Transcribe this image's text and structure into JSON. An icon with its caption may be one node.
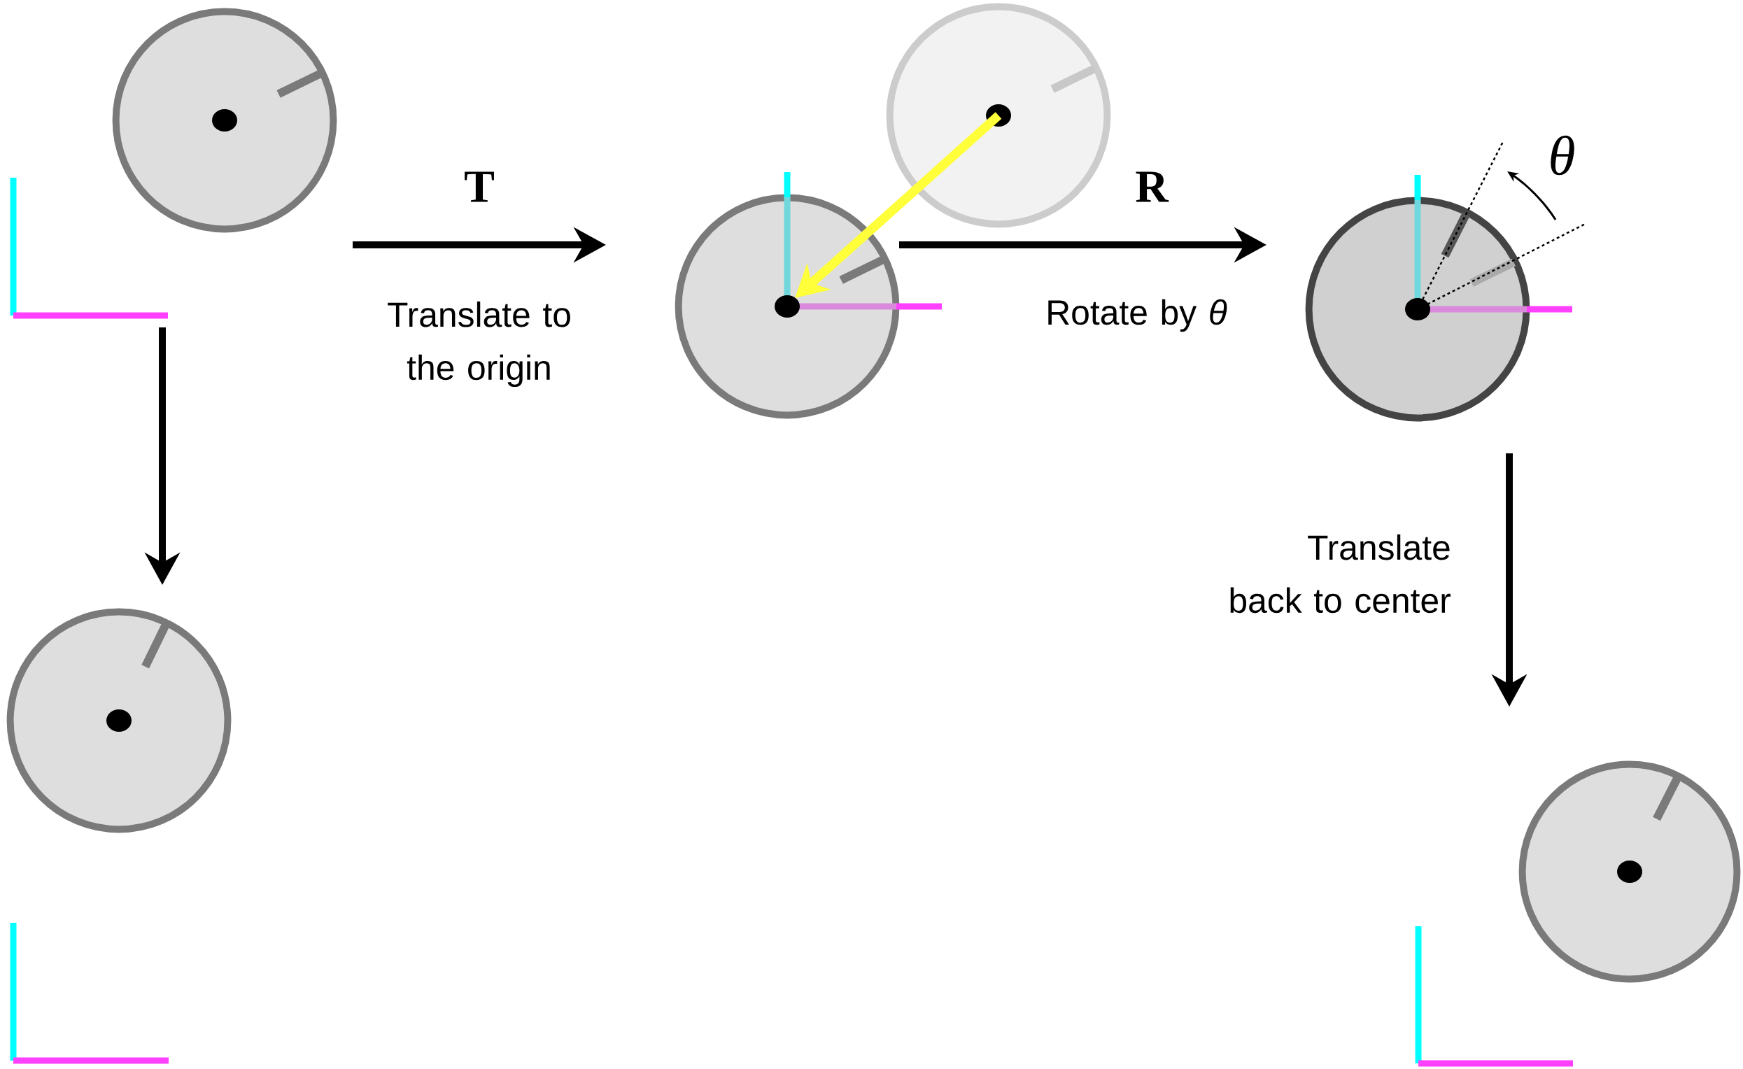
{
  "diagram": {
    "nodes": [
      {
        "text": [],
        "shape": "circle"
      },
      {
        "text": [],
        "shape": "circle"
      },
      {
        "text": [],
        "shape": "circle"
      },
      {
        "text": [],
        "shape": "circle"
      },
      {
        "text": [],
        "shape": "circle"
      },
      {
        "text": [],
        "shape": "circle"
      }
    ],
    "edges": [
      {
        "from": 0,
        "to": 1,
        "arrow": "to",
        "label": "T"
      },
      {
        "from": 1,
        "to": 3,
        "arrow": "to",
        "label": "R"
      },
      {
        "from": 3,
        "to": 5,
        "arrow": "to",
        "label": "Translate back to center"
      },
      {
        "from": 0,
        "to": 4,
        "arrow": "to"
      },
      {
        "from": 2,
        "to": 1,
        "arrow": "to",
        "color": "#ffff3a"
      }
    ],
    "labels": [
      "Translate to the origin",
      "Rotate by *θ*",
      "θ"
    ]
  }
}
